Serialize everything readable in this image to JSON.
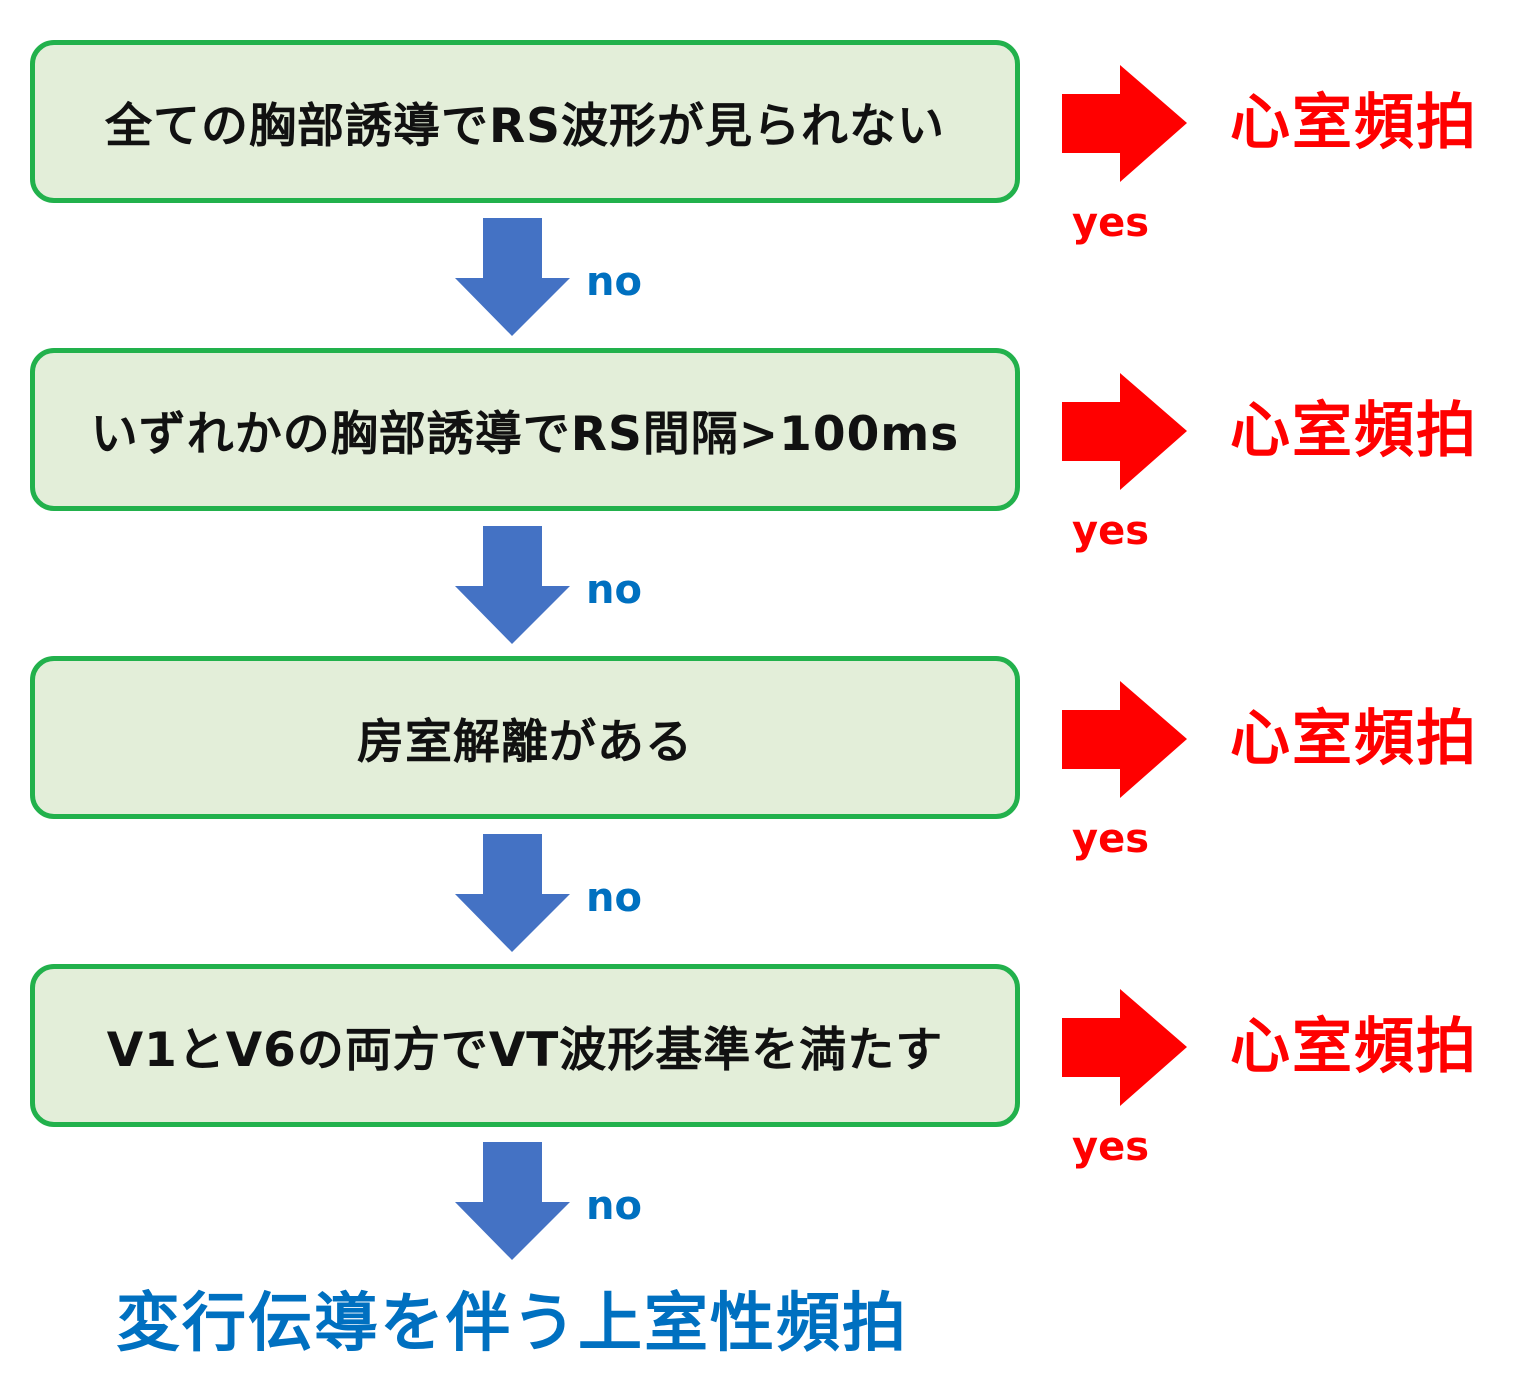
{
  "steps": [
    {
      "text": "全ての胸部誘導でRS波形が見られない",
      "result": "心室頻拍",
      "yes_label": "yes",
      "no_label": "no"
    },
    {
      "text": "いずれかの胸部誘導でRS間隔>100ms",
      "result": "心室頻拍",
      "yes_label": "yes",
      "no_label": "no"
    },
    {
      "text": "房室解離がある",
      "result": "心室頻拍",
      "yes_label": "yes",
      "no_label": "no"
    },
    {
      "text": "V1とV6の両方でVT波形基準を満たす",
      "result": "心室頻拍",
      "yes_label": "yes",
      "no_label": "no"
    }
  ],
  "final_outcome": "変行伝導を伴う上室性頻拍",
  "colors": {
    "box_fill": "#e3eed9",
    "box_border": "#22b14c",
    "yes_arrow": "#ff0000",
    "no_arrow": "#4472c4",
    "result_text": "#ff0000",
    "no_text": "#0070c0",
    "outcome_text": "#0070c0"
  }
}
